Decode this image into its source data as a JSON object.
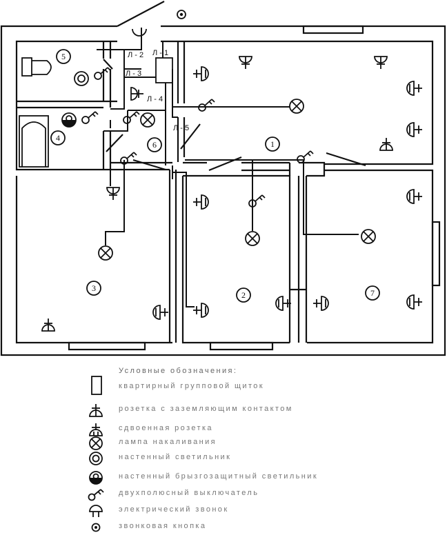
{
  "plan": {
    "panel_labels": [
      "Л - 1",
      "Л - 2",
      "Л - 3",
      "Л - 4",
      "Л - 5"
    ],
    "rooms": [
      "1",
      "2",
      "3",
      "4",
      "5",
      "6",
      "7"
    ]
  },
  "legend": {
    "title_line1": "Условные обозначения:",
    "title_line2": "квартирный групповой щиток",
    "items": [
      {
        "icon": "socket-ground-icon",
        "label": "розетка с заземляющим контактом"
      },
      {
        "icon": "double-socket-icon",
        "label": "сдвоенная розетка"
      },
      {
        "icon": "incandescent-lamp-icon",
        "label": "лампа накаливания"
      },
      {
        "icon": "wall-light-icon",
        "label": "настенный светильник"
      },
      {
        "icon": "splashproof-light-icon",
        "label": "настенный брызгозащитный светильник"
      },
      {
        "icon": "two-pole-switch-icon",
        "label": "двухполюсный выключатель"
      },
      {
        "icon": "doorbell-icon",
        "label": "электрический звонок"
      },
      {
        "icon": "bell-button-icon",
        "label": "звонковая кнопка"
      }
    ]
  }
}
